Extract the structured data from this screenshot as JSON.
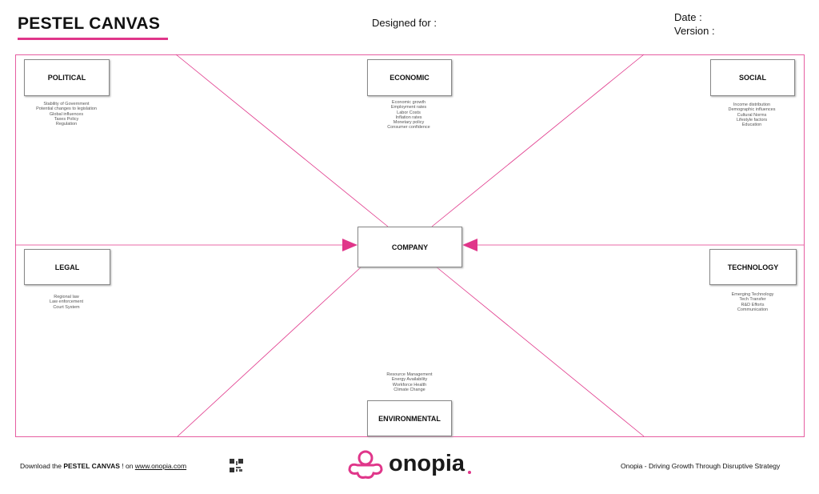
{
  "header": {
    "title": "PESTEL CANVAS",
    "designed_for": "Designed for  :",
    "date": "Date :",
    "version": "Version :"
  },
  "accent": "#e0368a",
  "factors": {
    "political": {
      "label": "POLITICAL",
      "items": [
        "Stability of Government",
        "Potential changes to legislation",
        "Global influences",
        "Taxes Policy",
        "Regulation"
      ]
    },
    "economic": {
      "label": "ECONOMIC",
      "items": [
        "Economic growth",
        "Employment rates",
        "Labor Costs",
        "Inflation rates",
        "Monetary policy",
        "Consumer confidence"
      ]
    },
    "social": {
      "label": "SOCIAL",
      "items": [
        "Income distribution",
        "Demographic influences",
        "Cultural Norms",
        "Lifestyle factors",
        "Education"
      ]
    },
    "legal": {
      "label": "LEGAL",
      "items": [
        "Regional law",
        "Law enforcement",
        "Court System"
      ]
    },
    "technology": {
      "label": "TECHNOLOGY",
      "items": [
        "Emerging Technology",
        "Tech Transfer",
        "R&D Efforts",
        "Communication"
      ]
    },
    "environmental": {
      "label": "ENVIRONMENTAL",
      "items": [
        "Resource Management",
        "Energy Availability",
        "Workforce Health",
        "Climate Change"
      ]
    }
  },
  "company": "COMPANY",
  "footer": {
    "download_prefix": "Download the ",
    "download_bold": "PESTEL CANVAS",
    "download_suffix": " ! on ",
    "link": "www.onopia.com",
    "logo": "onopia",
    "tagline": "Onopia - Driving Growth Through Disruptive Strategy"
  }
}
